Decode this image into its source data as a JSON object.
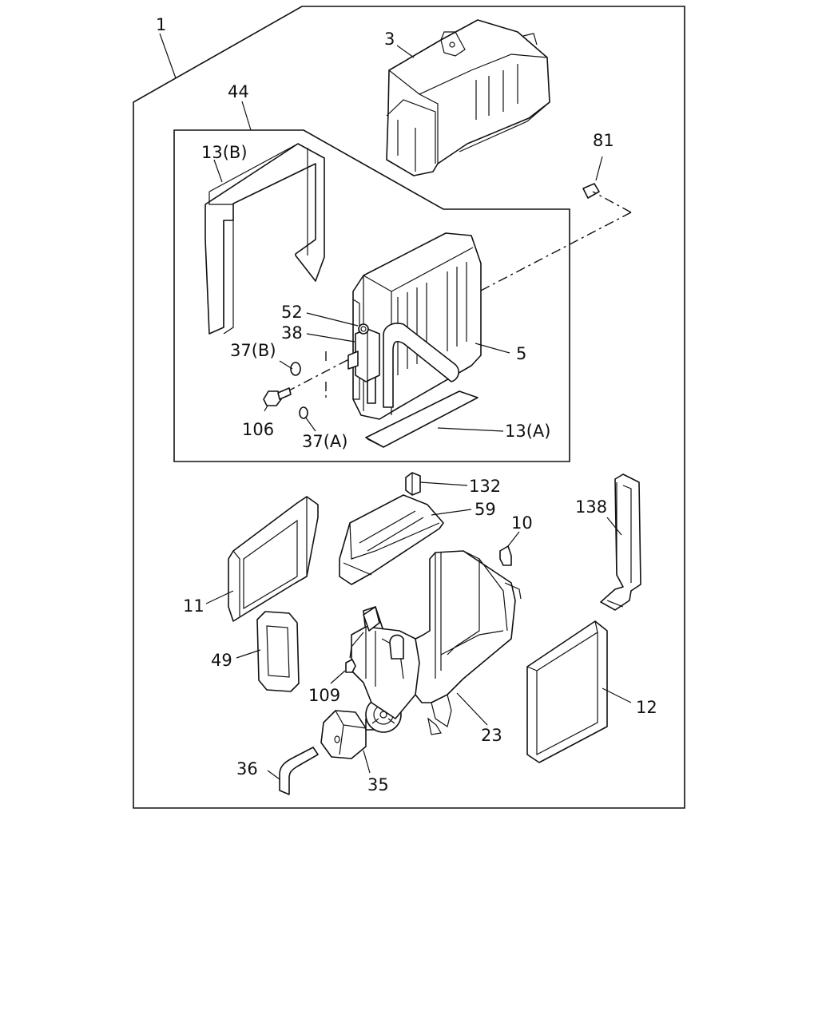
{
  "labels": {
    "p1": "1",
    "p3": "3",
    "p44": "44",
    "p13b": "13(B)",
    "p81": "81",
    "p52": "52",
    "p38": "38",
    "p37b": "37(B)",
    "p5": "5",
    "p106": "106",
    "p37a": "37(A)",
    "p13a": "13(A)",
    "p132": "132",
    "p59": "59",
    "p10": "10",
    "p138": "138",
    "p11": "11",
    "p49": "49",
    "p109": "109",
    "p12": "12",
    "p23": "23",
    "p36": "36",
    "p35": "35"
  }
}
